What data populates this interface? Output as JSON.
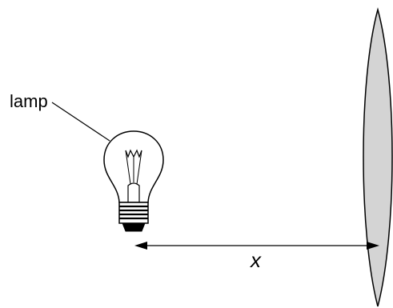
{
  "diagram": {
    "lamp_label": "lamp",
    "distance_label": "x"
  },
  "colors": {
    "lens_fill": "#d4d4d4",
    "stroke": "#000000",
    "background": "#ffffff"
  },
  "icons": {
    "lamp": "light-bulb",
    "lens": "convex-lens",
    "distance_arrow": "double-headed-arrow"
  }
}
